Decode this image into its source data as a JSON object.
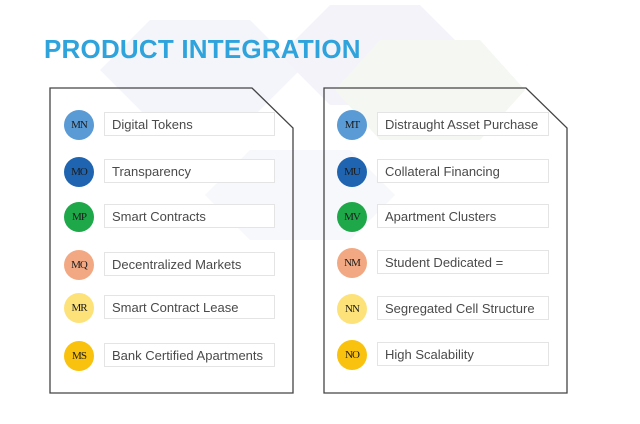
{
  "page": {
    "title": "PRODUCT INTEGRATION",
    "colors": {
      "title": "#2ea3dc",
      "light_blue": "#5b9bd5",
      "dark_blue": "#1f64b1",
      "green": "#1ea84a",
      "peach": "#f2a983",
      "light_yellow": "#fde27a",
      "yellow": "#f9c20e"
    }
  },
  "left_list": {
    "items": [
      {
        "badge": "MN",
        "label": "Digital Tokens",
        "color": "#5b9bd5"
      },
      {
        "badge": "MO",
        "label": "Transparency",
        "color": "#1f64b1"
      },
      {
        "badge": "MP",
        "label": "Smart Contracts",
        "color": "#1ea84a"
      },
      {
        "badge": "MQ",
        "label": "Decentralized Markets",
        "color": "#f2a983"
      },
      {
        "badge": "MR",
        "label": "Smart Contract Lease",
        "color": "#fde27a"
      },
      {
        "badge": "MS",
        "label": "Bank Certified Apartments",
        "color": "#f9c20e"
      }
    ]
  },
  "right_list": {
    "items": [
      {
        "badge": "MT",
        "label": "Distraught Asset Purchase",
        "color": "#5b9bd5"
      },
      {
        "badge": "MU",
        "label": "Collateral Financing",
        "color": "#1f64b1"
      },
      {
        "badge": "MV",
        "label": "Apartment Clusters",
        "color": "#1ea84a"
      },
      {
        "badge": "NM",
        "label": "Student Dedicated  =",
        "color": "#f2a983"
      },
      {
        "badge": "NN",
        "label": "Segregated Cell Structure",
        "color": "#fde27a"
      },
      {
        "badge": "NO",
        "label": "High Scalability",
        "color": "#f9c20e"
      }
    ]
  }
}
